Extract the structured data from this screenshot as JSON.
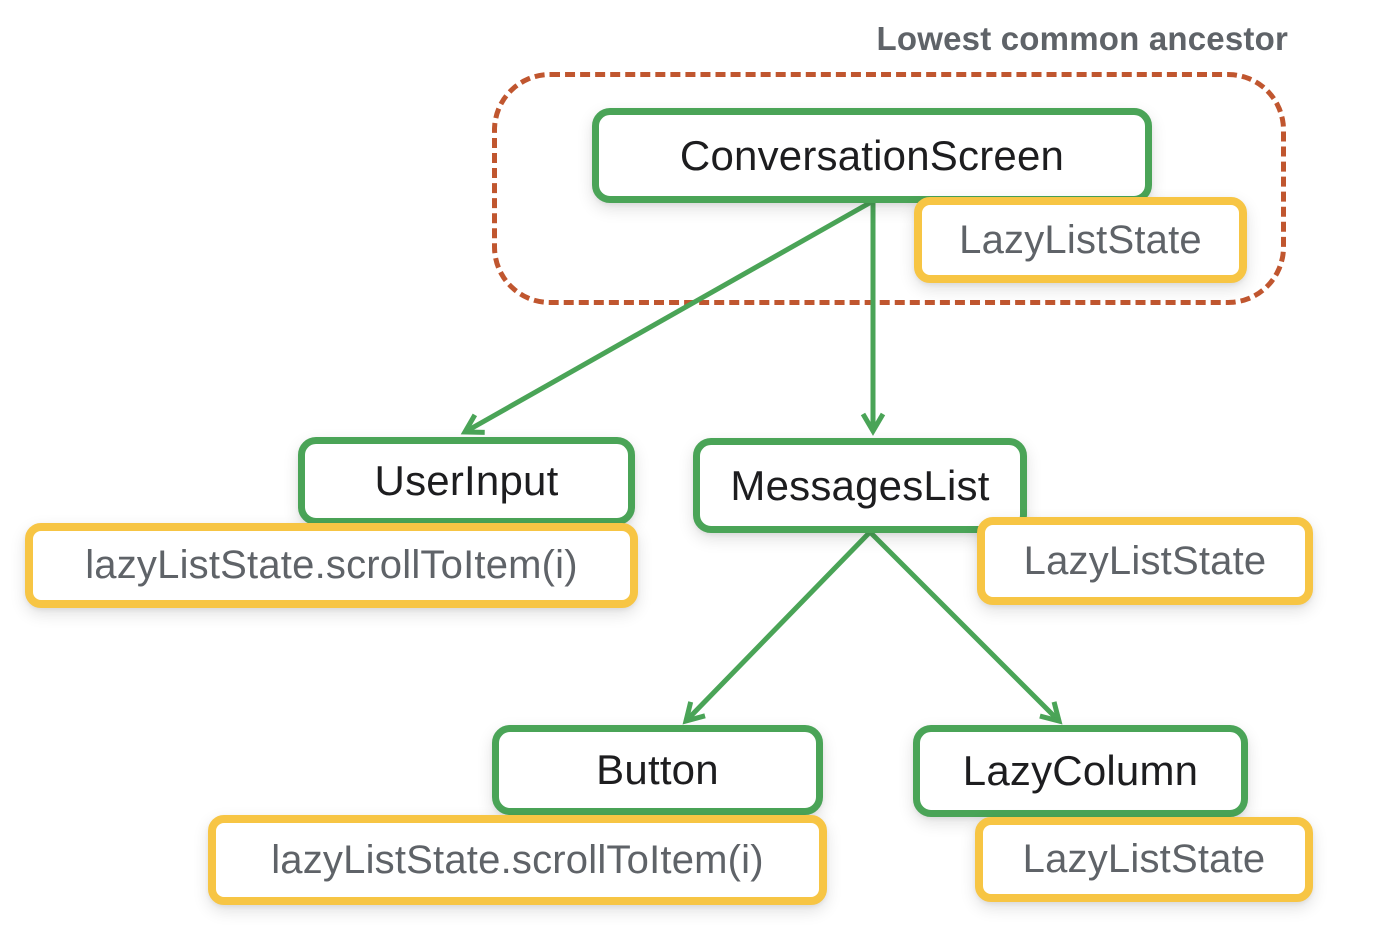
{
  "title": "Lowest common ancestor",
  "colors": {
    "node_border_green": "#4aa457",
    "state_border_yellow": "#f7c544",
    "ancestor_outline_orange": "#c0562f",
    "node_text": "#1d1d1f",
    "state_text": "#5f6368",
    "title_text": "#5f6368"
  },
  "nodes": [
    {
      "id": "conversation-screen",
      "label": "ConversationScreen"
    },
    {
      "id": "user-input",
      "label": "UserInput"
    },
    {
      "id": "messages-list",
      "label": "MessagesList"
    },
    {
      "id": "button",
      "label": "Button"
    },
    {
      "id": "lazy-column",
      "label": "LazyColumn"
    }
  ],
  "states": [
    {
      "id": "conversation-screen-state",
      "label": "LazyListState",
      "attached_to": "ConversationScreen"
    },
    {
      "id": "user-input-call",
      "label": "lazyListState.scrollToItem(i)",
      "attached_to": "UserInput"
    },
    {
      "id": "messages-list-state",
      "label": "LazyListState",
      "attached_to": "MessagesList"
    },
    {
      "id": "button-call",
      "label": "lazyListState.scrollToItem(i)",
      "attached_to": "Button"
    },
    {
      "id": "lazy-column-state",
      "label": "LazyListState",
      "attached_to": "LazyColumn"
    }
  ],
  "edges": [
    {
      "from": "ConversationScreen",
      "to": "UserInput"
    },
    {
      "from": "ConversationScreen",
      "to": "MessagesList"
    },
    {
      "from": "MessagesList",
      "to": "Button"
    },
    {
      "from": "MessagesList",
      "to": "LazyColumn"
    }
  ],
  "ancestor_group": {
    "label": "Lowest common ancestor",
    "contains": [
      "ConversationScreen",
      "LazyListState"
    ]
  }
}
